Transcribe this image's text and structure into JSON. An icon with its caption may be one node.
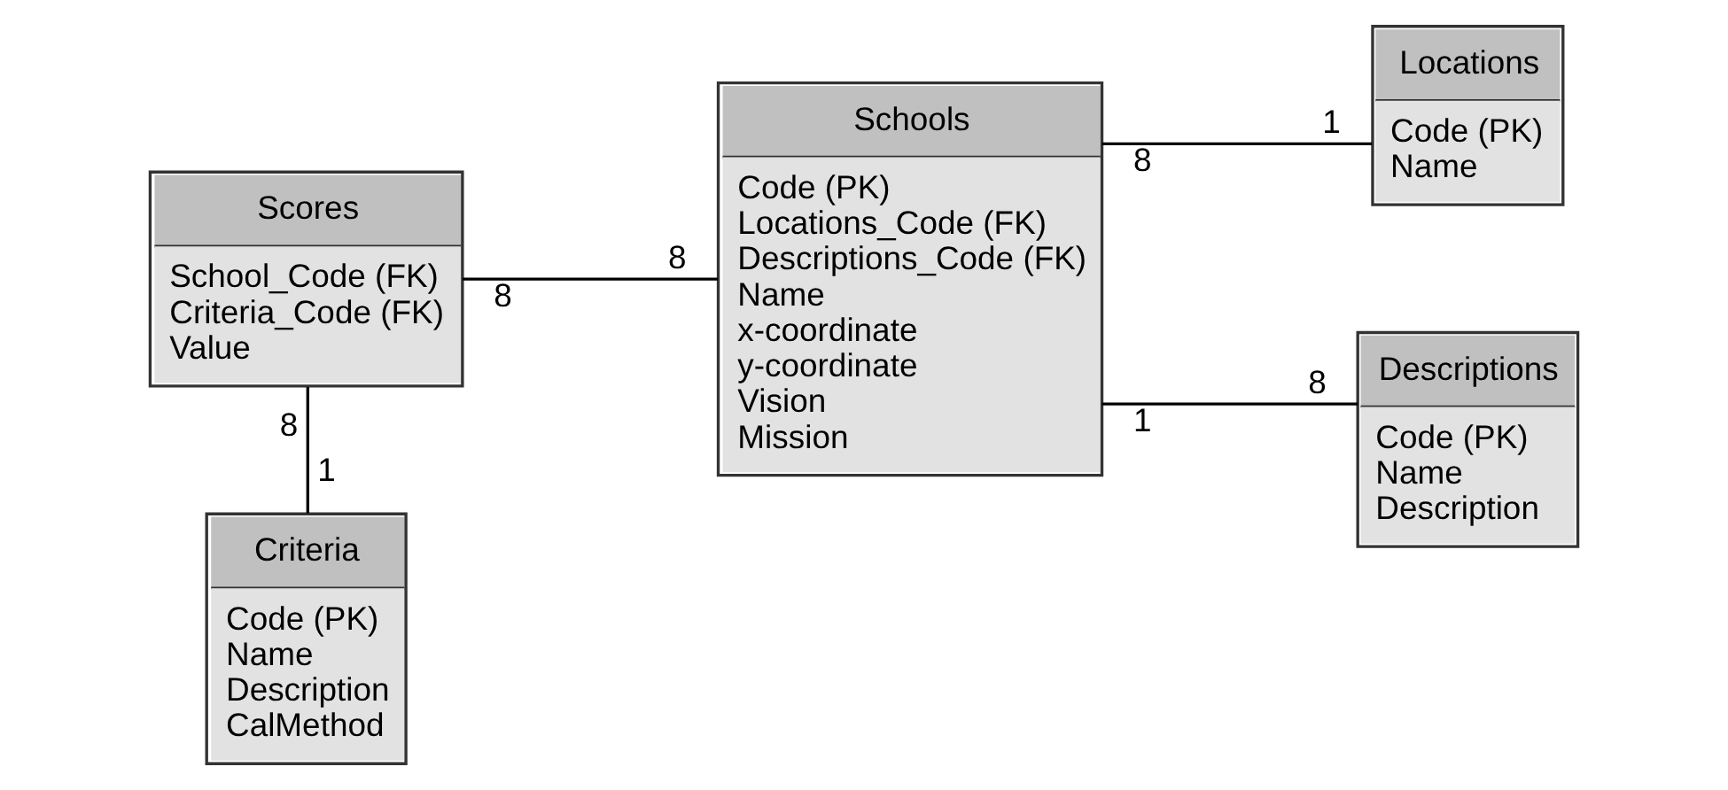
{
  "diagram": {
    "nodes": [
      {
        "text": [
          "Scores",
          "School_Code (FK)",
          "Criteria_Code (FK)",
          "Value"
        ]
      },
      {
        "text": [
          "Locations",
          "Code (PK)",
          "Name"
        ]
      },
      {
        "text": [
          "Schools",
          "Code (PK)",
          "Locations_Code (FK)",
          "Descriptions_Code (FK)",
          "Name",
          "x-coordinate",
          "y-coordinate",
          "Vision",
          "Mission"
        ]
      },
      {
        "text": [
          "Criteria",
          "Code (PK)",
          "Name",
          "Description",
          "CalMethod"
        ]
      },
      {
        "text": [
          "Descriptions",
          "Code (PK)",
          "Name",
          "Description"
        ]
      }
    ],
    "edges": [
      {
        "from": 0,
        "to": 2,
        "arrow": "none"
      },
      {
        "from": 0,
        "to": 3,
        "arrow": "none"
      },
      {
        "from": 2,
        "to": 1,
        "arrow": "none"
      },
      {
        "from": 2,
        "to": 4,
        "arrow": "none"
      }
    ],
    "labels": [
      "8",
      "8",
      "1",
      "8",
      "8",
      "1",
      "1",
      "8"
    ]
  }
}
